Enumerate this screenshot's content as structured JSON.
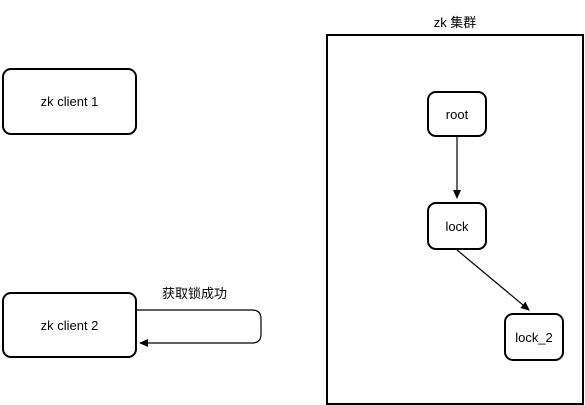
{
  "diagram": {
    "clients": [
      {
        "id": "client-1",
        "label": "zk client 1"
      },
      {
        "id": "client-2",
        "label": "zk client 2"
      }
    ],
    "cluster": {
      "title": "zk 集群",
      "nodes": [
        {
          "id": "root",
          "label": "root"
        },
        {
          "id": "lock",
          "label": "lock"
        },
        {
          "id": "lock_2",
          "label": "lock_2"
        }
      ]
    },
    "edges": [
      {
        "from": "root",
        "to": "lock"
      },
      {
        "from": "lock",
        "to": "lock_2"
      },
      {
        "from": "client-2",
        "to": "client-2",
        "label": "获取锁成功"
      }
    ],
    "colors": {
      "stroke": "#000000",
      "background": "#ffffff",
      "text": "#000000"
    }
  }
}
